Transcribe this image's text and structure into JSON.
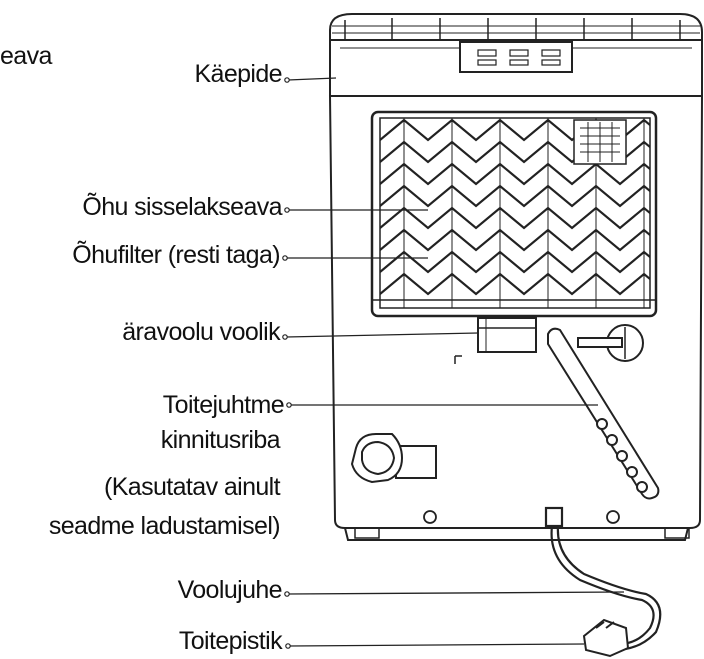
{
  "labels": {
    "cut_left": "eava",
    "handle": "Käepide",
    "air_inlet": "Õhu sisselakseava",
    "air_filter": "Õhufilter (resti taga)",
    "drain_hose": "äravoolu voolik",
    "cord_strip": [
      "Toitejuhtme",
      "kinnitusriba",
      "(Kasutatav ainult",
      "seadme ladustamisel)"
    ],
    "power_cord": "Voolujuhe",
    "plug": "Toitepistik"
  },
  "colors": {
    "line": "#222222",
    "text": "#111111",
    "background": "#ffffff"
  }
}
